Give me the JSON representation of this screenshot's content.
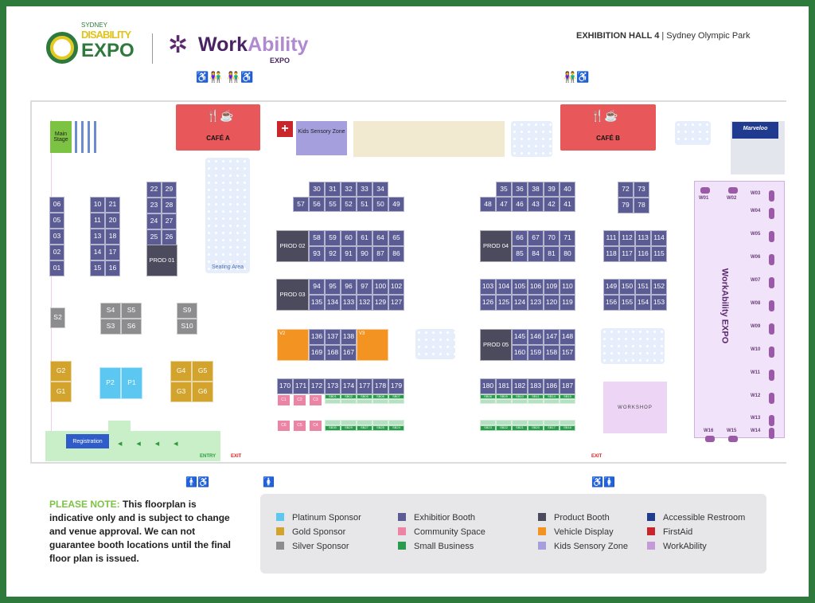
{
  "header": {
    "hall": "EXHIBITION HALL 4",
    "venue": "Sydney Olympic Park",
    "logo_sde": {
      "line1": "SYDNEY",
      "line2": "DISABILITY",
      "line3": "EXPO"
    },
    "logo_wa": {
      "work": "Work",
      "ability": "Ability",
      "expo": "EXPO"
    }
  },
  "areas": {
    "main_stage": "Main Stage",
    "cafe_a": "CAFÉ A",
    "cafe_b": "CAFÉ B",
    "kids_sensory": "Kids Sensory Zone",
    "seating_area": "Seating Area",
    "marveloo": "Marveloo",
    "workshop": "WORKSHOP",
    "registration": "Registration",
    "entry": "ENTRY",
    "exit_left": "EXIT",
    "exit_right": "EXIT",
    "workability_banner": "WorkAbility EXPO"
  },
  "booths": {
    "col_a": [
      "06",
      "05",
      "03",
      "02",
      "01"
    ],
    "col_b": [
      "10",
      "21",
      "11",
      "20",
      "13",
      "18",
      "14",
      "17",
      "15",
      "16"
    ],
    "col_c": [
      "22",
      "29",
      "23",
      "28",
      "24",
      "27",
      "25",
      "26"
    ],
    "prod01": "PROD 01",
    "s2": [
      "S2"
    ],
    "s_quad": [
      "S4",
      "S5",
      "S3",
      "S6"
    ],
    "s_pair": [
      "S9",
      "S10"
    ],
    "g_pair": [
      "G2",
      "G1"
    ],
    "p_pair": [
      "P2",
      "P1"
    ],
    "g_quad": [
      "G4",
      "G5",
      "G3",
      "G6"
    ],
    "r1a": [
      "30",
      "31",
      "32",
      "33",
      "34"
    ],
    "r1b": [
      "57",
      "56",
      "55",
      "52",
      "51",
      "50",
      "49"
    ],
    "prod02": "PROD 02",
    "r2": [
      "58",
      "59",
      "60",
      "61",
      "64",
      "65",
      "93",
      "92",
      "91",
      "90",
      "87",
      "86"
    ],
    "prod03": "PROD 03",
    "r3": [
      "94",
      "95",
      "96",
      "97",
      "100",
      "102",
      "135",
      "134",
      "133",
      "132",
      "129",
      "127"
    ],
    "v2": "V2",
    "v3": "V3",
    "r4": [
      "136",
      "137",
      "138",
      "169",
      "168",
      "167"
    ],
    "r5": [
      "170",
      "171",
      "172",
      "173",
      "174",
      "177",
      "178",
      "179"
    ],
    "c_top": [
      "C1",
      "C2",
      "C3"
    ],
    "c_bot": [
      "C6",
      "C5",
      "C4"
    ],
    "sb_top_l": [
      "SB01",
      "SB02",
      "SB05",
      "SB06",
      "SB07"
    ],
    "sb_bot_l": [
      "SB30",
      "SB29",
      "SB27",
      "SB25",
      "SB24"
    ],
    "m1a": [
      "35",
      "36",
      "38",
      "39",
      "40"
    ],
    "m1b": [
      "48",
      "47",
      "46",
      "43",
      "42",
      "41"
    ],
    "prod04": "PROD 04",
    "m2": [
      "66",
      "67",
      "70",
      "71",
      "85",
      "84",
      "81",
      "80"
    ],
    "m3": [
      "103",
      "104",
      "105",
      "106",
      "109",
      "110",
      "126",
      "125",
      "124",
      "123",
      "120",
      "119"
    ],
    "prod05": "PROD 05",
    "m4": [
      "145",
      "146",
      "147",
      "148",
      "160",
      "159",
      "158",
      "157"
    ],
    "m5": [
      "180",
      "181",
      "182",
      "183",
      "186",
      "187"
    ],
    "sb_top_r": [
      "SB08",
      "SB09",
      "SB10",
      "SB11",
      "SB14",
      "SB15"
    ],
    "sb_bot_r": [
      "SB23",
      "SB22",
      "SB21",
      "SB20",
      "SB17",
      "SB16"
    ],
    "e1": [
      "72",
      "73",
      "79",
      "78"
    ],
    "e2": [
      "111",
      "112",
      "113",
      "114",
      "118",
      "117",
      "116",
      "115"
    ],
    "e3": [
      "149",
      "150",
      "151",
      "152",
      "156",
      "155",
      "154",
      "153"
    ],
    "w": [
      "W01",
      "W02",
      "W03",
      "W04",
      "W05",
      "W06",
      "W07",
      "W08",
      "W09",
      "W10",
      "W11",
      "W12",
      "W13",
      "W14",
      "W15",
      "W16"
    ]
  },
  "note": {
    "lead": "PLEASE NOTE:",
    "text": "This floorplan is indicative only and is subject to change and venue approval. We can not guarantee booth locations until the final floor plan is issued."
  },
  "legend": [
    {
      "label": "Platinum Sponsor",
      "color": "#5cc8f2"
    },
    {
      "label": "Gold Sponsor",
      "color": "#d2a42d"
    },
    {
      "label": "Silver Sponsor",
      "color": "#8d8d8f"
    },
    {
      "label": "Exhibitior Booth",
      "color": "#5c5c94"
    },
    {
      "label": "Community Space",
      "color": "#ec84a6"
    },
    {
      "label": "Small Business",
      "color": "#2c9a4c"
    },
    {
      "label": "Product Booth",
      "color": "#4b4b5d"
    },
    {
      "label": "Vehicle Display",
      "color": "#f39322"
    },
    {
      "label": "Kids Sensory Zone",
      "color": "#a59fde"
    },
    {
      "label": "Accessible Restroom",
      "color": "#1f3d8c"
    },
    {
      "label": "FirstAid",
      "color": "#c9262c"
    },
    {
      "label": "WorkAbility",
      "color": "#c49bd8"
    }
  ]
}
